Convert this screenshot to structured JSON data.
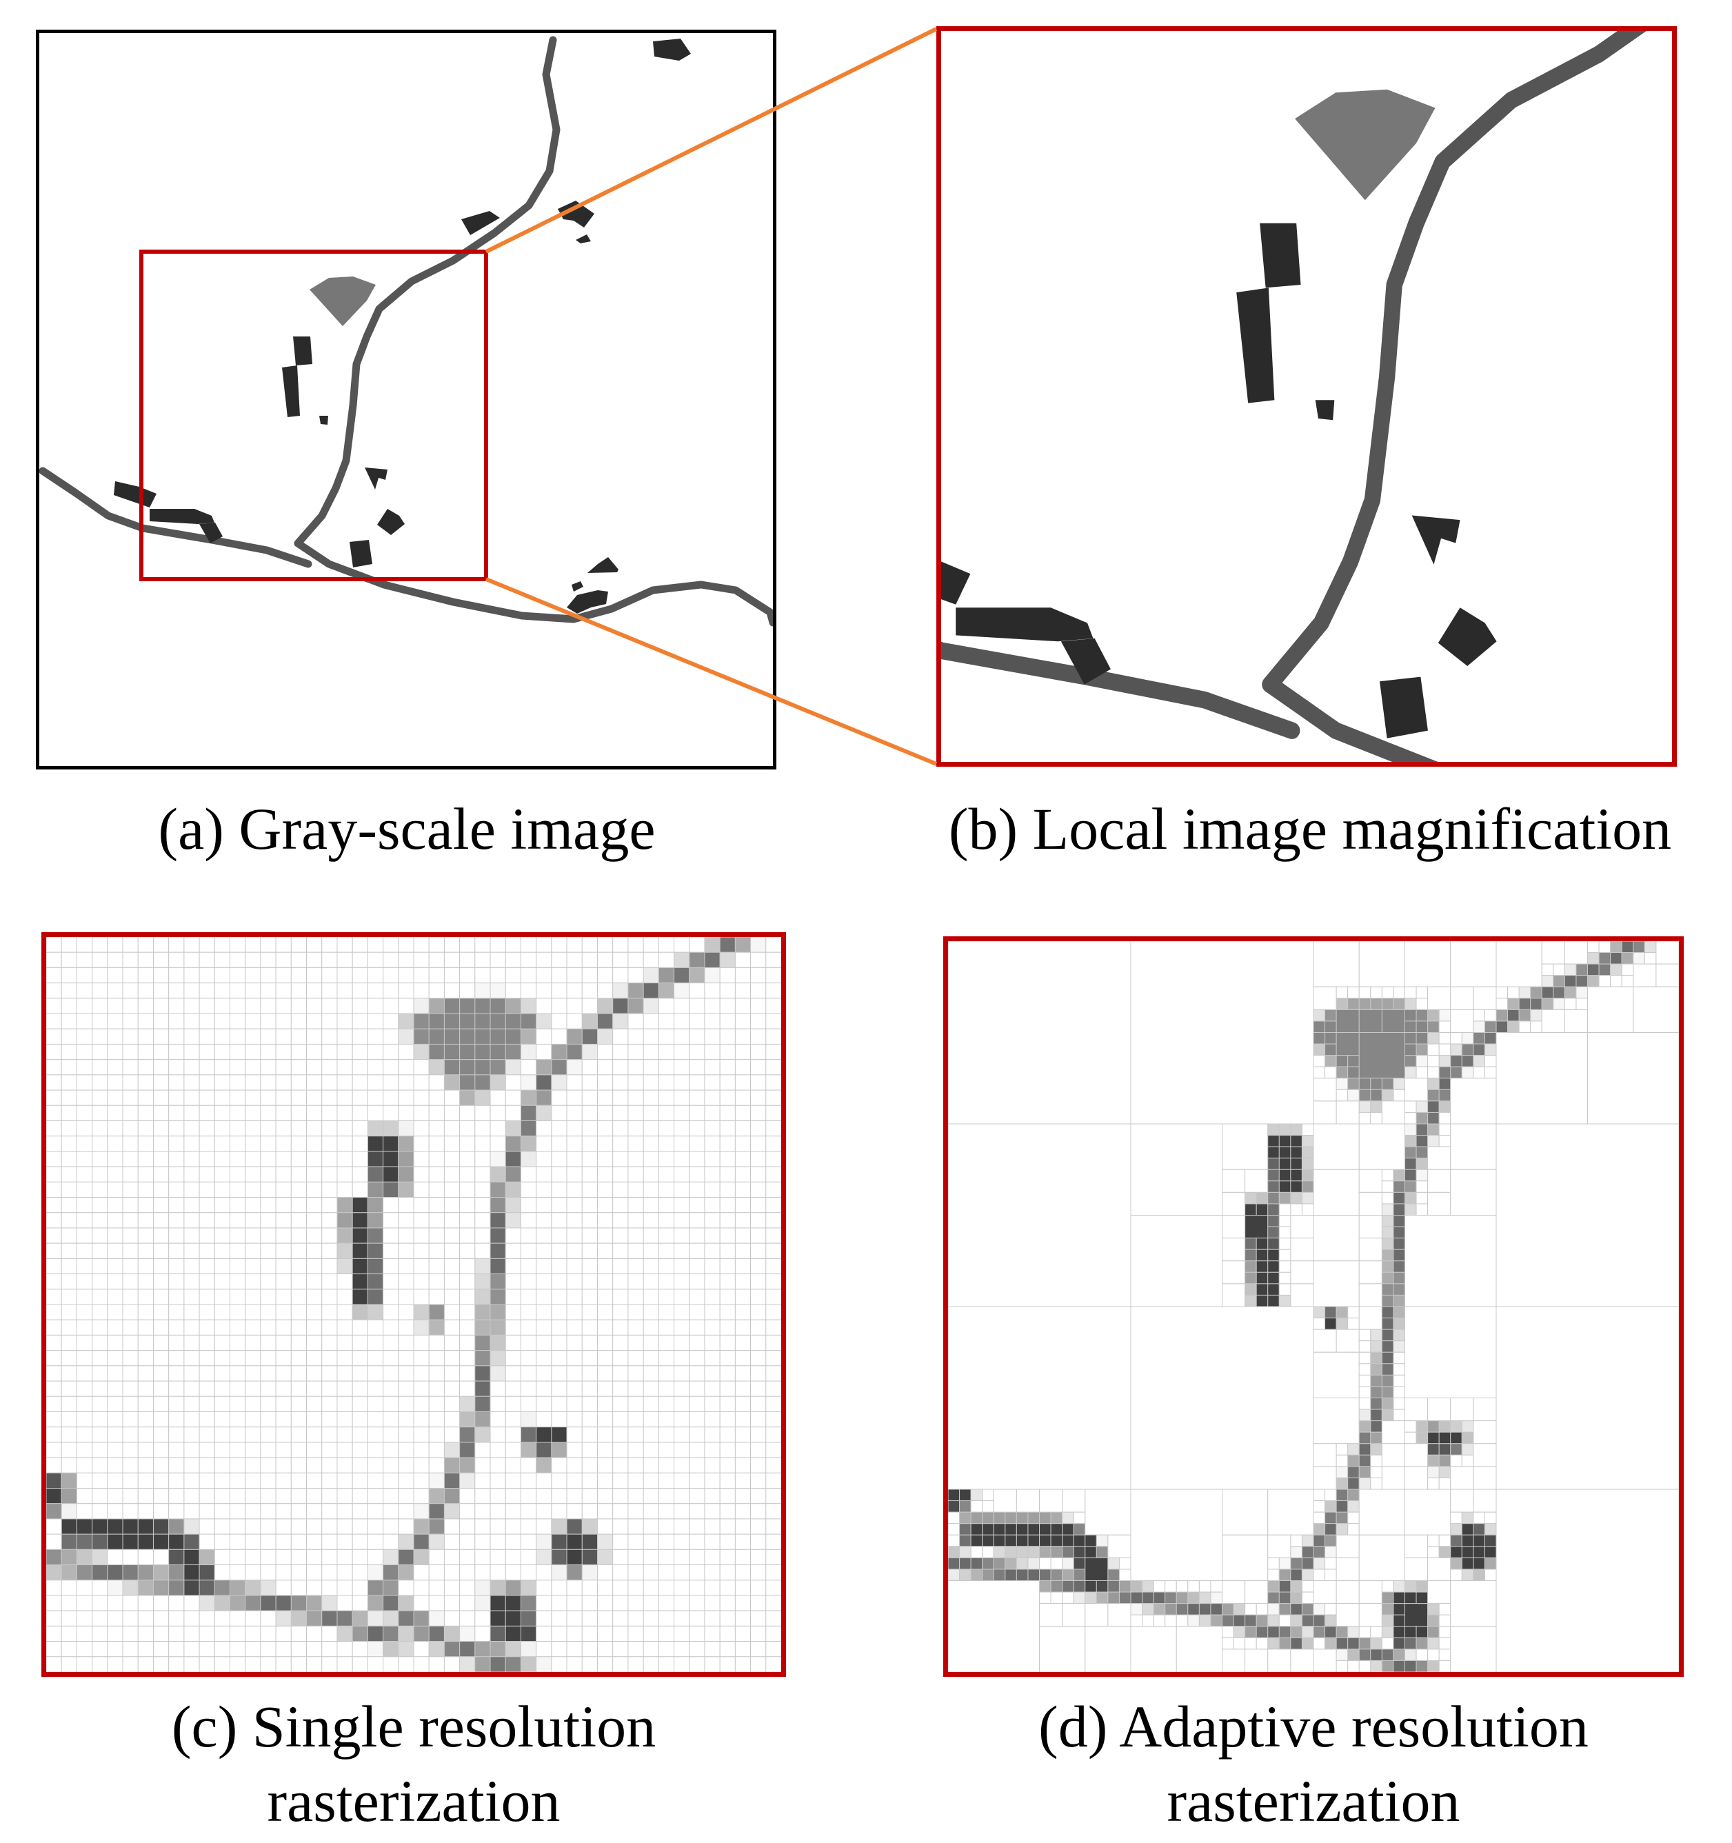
{
  "captions": {
    "a": "(a) Gray-scale image",
    "b": "(b) Local image magnification",
    "c": [
      "(c)  Single resolution",
      "rasterization"
    ],
    "d": [
      "(d) Adaptive resolution",
      "rasterization"
    ]
  },
  "colors": {
    "road": "#555555",
    "building": "#2a2a2a",
    "gray_area": "#777777",
    "frame_outer": "#000000",
    "frame_zoom": "#c00000",
    "connector": "#f08030",
    "grid_line": "#c8c8c8"
  }
}
